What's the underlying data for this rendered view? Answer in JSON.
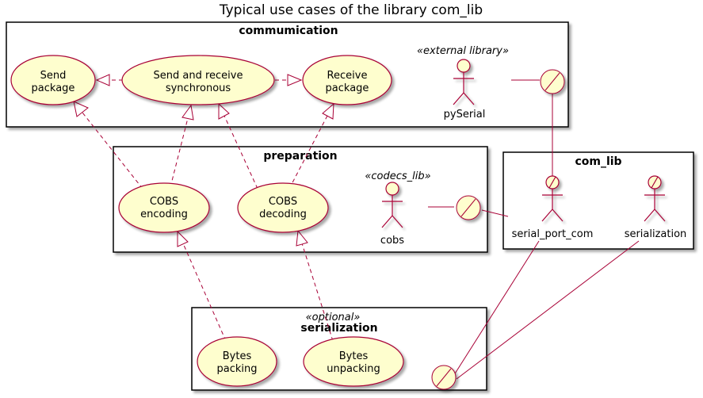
{
  "title": "Typical use cases of the library com_lib",
  "packages": {
    "communication": {
      "title": "commumication"
    },
    "preparation": {
      "title": "preparation"
    },
    "com_lib": {
      "title": "com_lib"
    },
    "serialization": {
      "title": "serialization",
      "stereotype": "«optional»"
    }
  },
  "use_cases": {
    "send_package": [
      "Send",
      "package"
    ],
    "send_receive": [
      "Send and receive",
      "synchronous"
    ],
    "receive_package": [
      "Receive",
      "package"
    ],
    "cobs_encoding": [
      "COBS",
      "encoding"
    ],
    "cobs_decoding": [
      "COBS",
      "decoding"
    ],
    "bytes_packing": [
      "Bytes",
      "packing"
    ],
    "bytes_unpacking": [
      "Bytes",
      "unpacking"
    ]
  },
  "actors": {
    "pyserial": {
      "name": "pySerial",
      "stereotype": "«external library»"
    },
    "cobs": {
      "name": "cobs",
      "stereotype": "«codecs_lib»"
    },
    "serial_port_com": {
      "name": "serial_port_com"
    },
    "serialization": {
      "name": "serialization"
    }
  },
  "colors": {
    "use_case_fill": "#FEFECE",
    "border": "#A80036",
    "package_border": "#000000"
  }
}
